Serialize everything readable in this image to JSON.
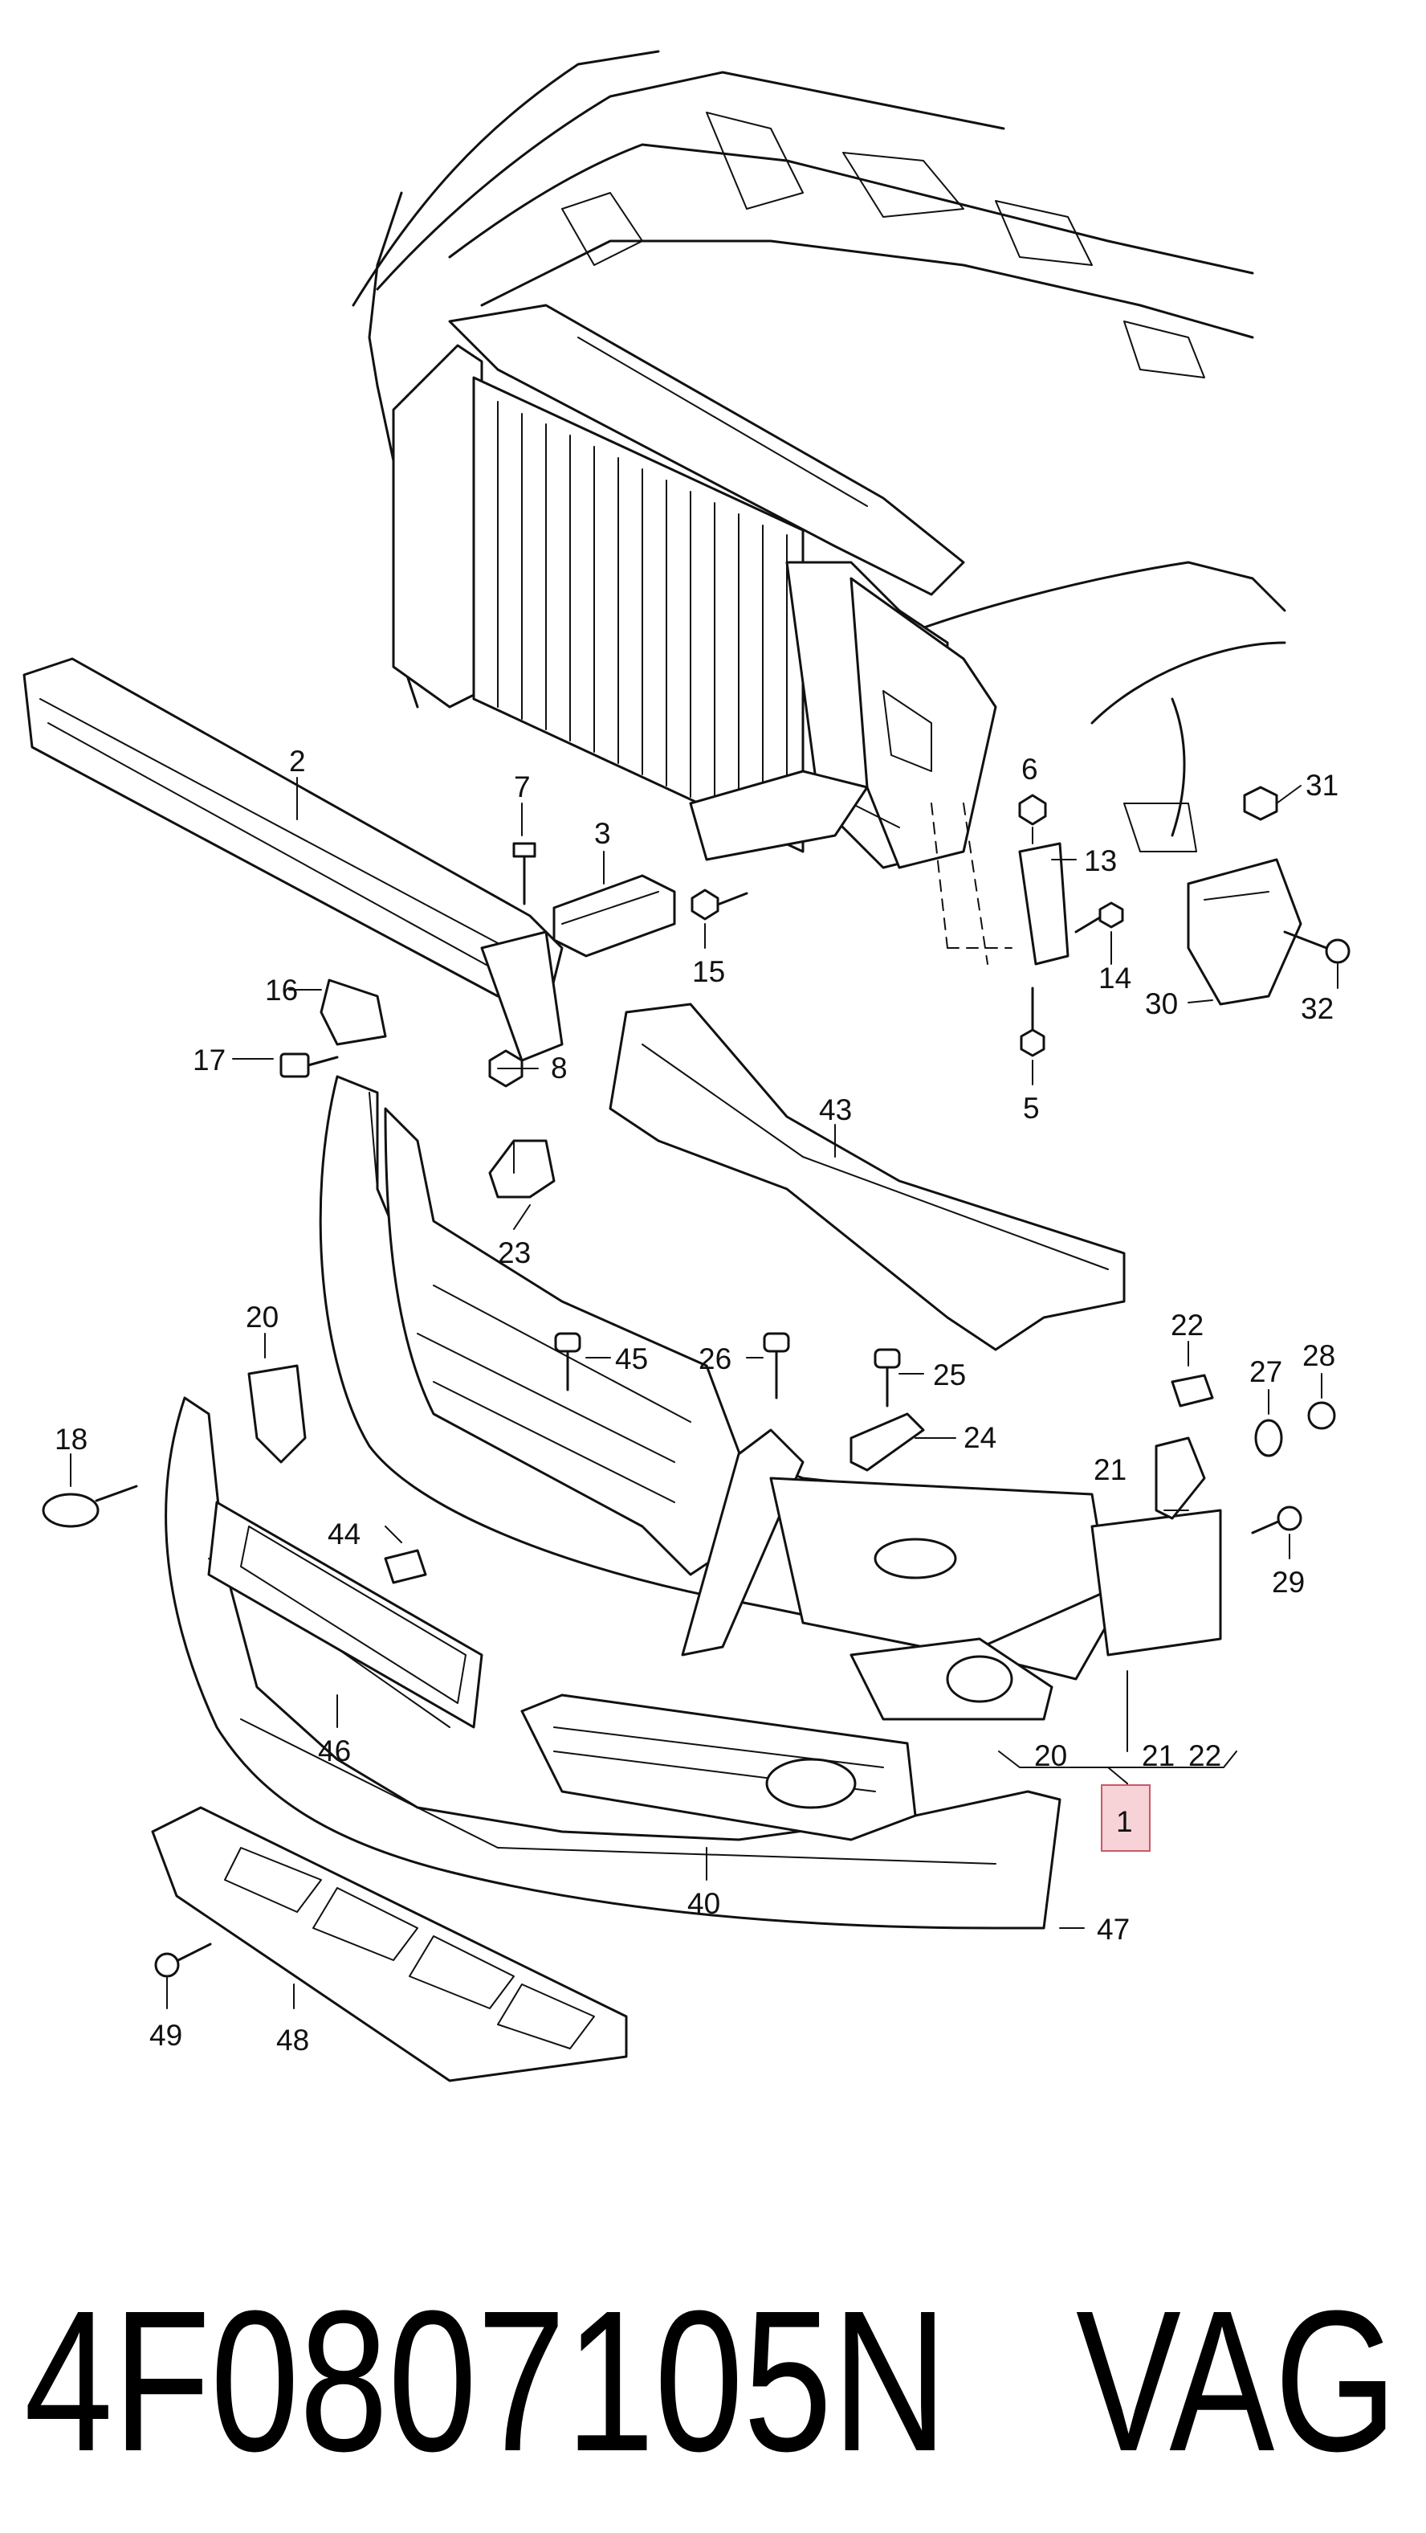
{
  "callouts": {
    "c1": "1",
    "c2": "2",
    "c3": "3",
    "c5": "5",
    "c6": "6",
    "c7": "7",
    "c8": "8",
    "c13": "13",
    "c14": "14",
    "c15": "15",
    "c16": "16",
    "c17": "17",
    "c18": "18",
    "c20": "20",
    "c20b": "20",
    "c21": "21",
    "c21b": "21",
    "c22": "22",
    "c22b": "22",
    "c23": "23",
    "c24": "24",
    "c25": "25",
    "c26": "26",
    "c27": "27",
    "c28": "28",
    "c29": "29",
    "c30": "30",
    "c31": "31",
    "c32": "32",
    "c40": "40",
    "c43": "43",
    "c44": "44",
    "c45": "45",
    "c46": "46",
    "c47": "47",
    "c48": "48",
    "c49": "49"
  },
  "highlighted_part": "1",
  "caption": {
    "part_number": "4F0807105N",
    "brand": "VAG"
  },
  "colors": {
    "line": "#111111",
    "highlight_fill": "#f7d2d6",
    "highlight_stroke": "#c85a68"
  }
}
